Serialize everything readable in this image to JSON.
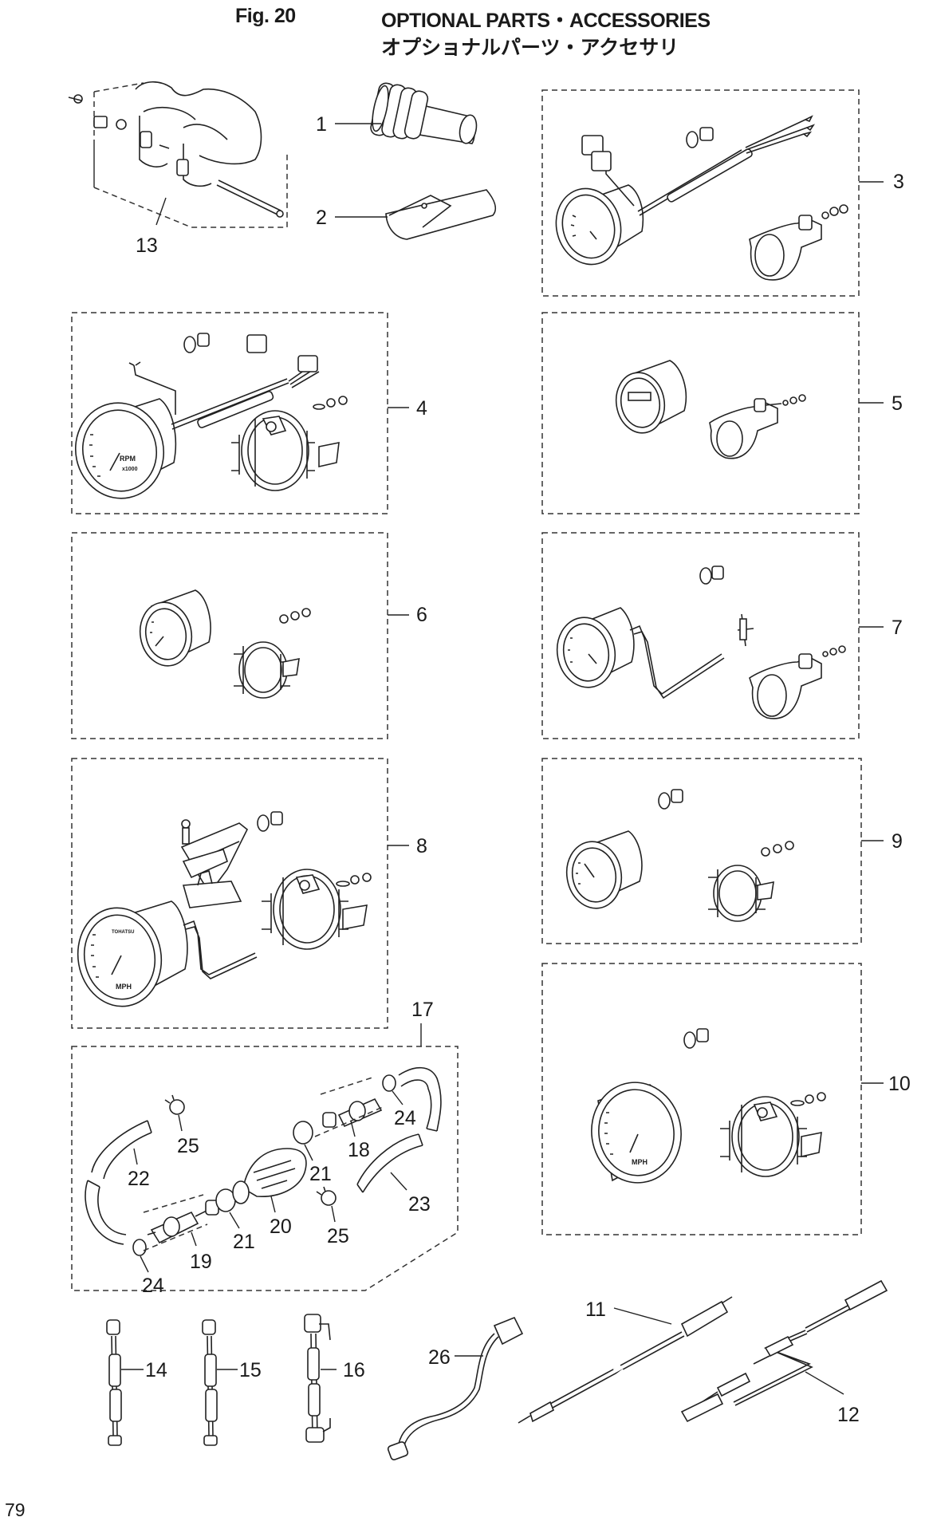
{
  "header": {
    "fig": "Fig. 20",
    "title_en": "OPTIONAL PARTS・ACCESSORIES",
    "title_jp": "オプショナルパーツ・アクセサリ"
  },
  "page_number": "79",
  "callouts": {
    "c1": "1",
    "c2": "2",
    "c3": "3",
    "c4": "4",
    "c5": "5",
    "c6": "6",
    "c7": "7",
    "c8": "8",
    "c9": "9",
    "c10": "10",
    "c11": "11",
    "c12": "12",
    "c13": "13",
    "c14": "14",
    "c15": "15",
    "c16": "16",
    "c17": "17",
    "c18": "18",
    "c19": "19",
    "c20": "20",
    "c21a": "21",
    "c21b": "21",
    "c22": "22",
    "c23": "23",
    "c24a": "24",
    "c24b": "24",
    "c25a": "25",
    "c25b": "25",
    "c26": "26"
  },
  "gauge_faces": {
    "rpm": "RPM",
    "rpm_scale": "x1000",
    "mph": "MPH",
    "mph_small": "MPH",
    "tohatsu": "TOHATSU"
  }
}
